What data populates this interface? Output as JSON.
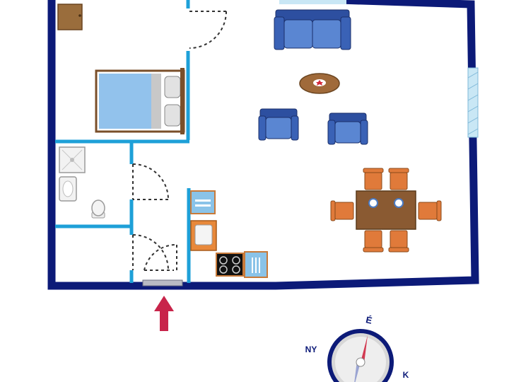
{
  "floorplan": {
    "compass": {
      "north": "É",
      "west": "NY",
      "east": "K"
    },
    "rooms": [
      "bedroom",
      "living-room",
      "bathroom",
      "hallway",
      "kitchen",
      "toilet"
    ],
    "colors": {
      "outer_wall": "#0c1a78",
      "inner_wall": "#1ea0d8",
      "sofa": "#3a62b6",
      "bed_sheet": "#92c2ec",
      "wood": "#8a5a32",
      "chair": "#e07a3a",
      "table": "#8a5a32",
      "entrance_arrow": "#c8244a",
      "compass_needle": "#d23a52"
    },
    "icons": [
      "wardrobe-icon",
      "bed-icon",
      "sofa-icon",
      "armchair-icon",
      "coffee-table-icon",
      "dining-table-icon",
      "chair-icon",
      "shower-icon",
      "sink-icon",
      "toilet-icon",
      "dish-rack-icon",
      "kitchen-sink-icon",
      "stove-icon",
      "window-icon",
      "door-swing-icon",
      "entrance-arrow-icon",
      "compass-icon"
    ]
  }
}
